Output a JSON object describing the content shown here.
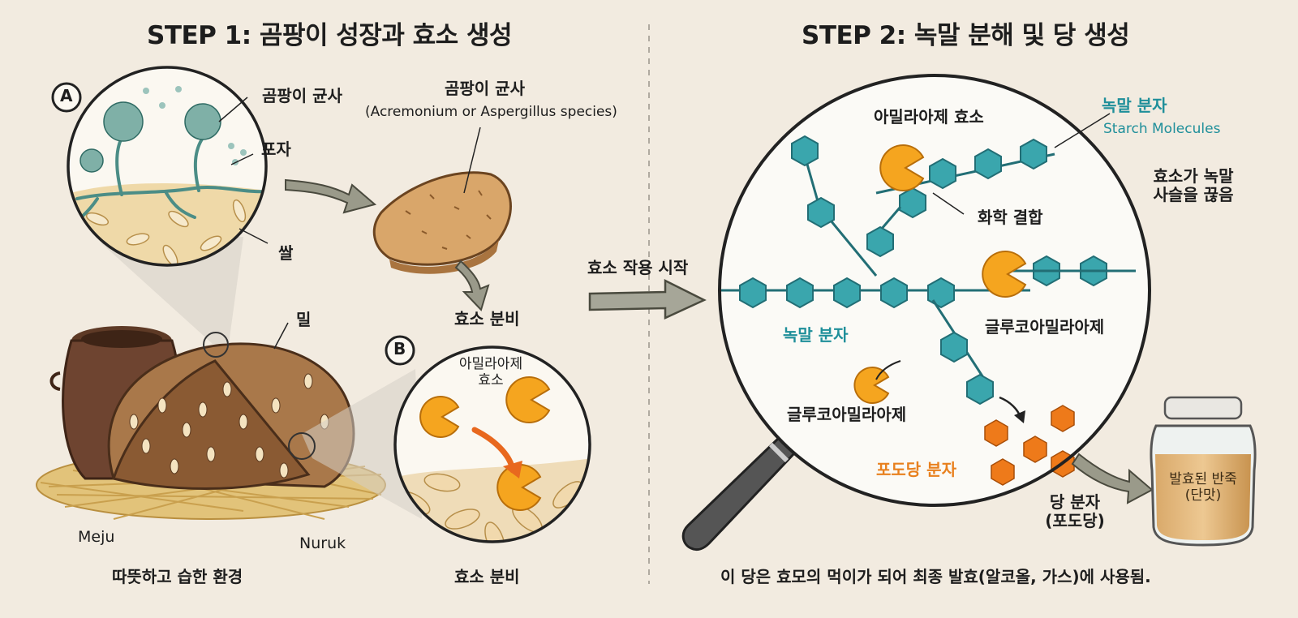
{
  "step1": {
    "title": "STEP 1: 곰팡이 성장과 효소 생성",
    "badge_a": "A",
    "badge_b": "B",
    "mold_hyphae": "곰팡이 균사",
    "spores": "포자",
    "rice": "쌀",
    "mold_name": "곰팡이 균사",
    "mold_species": "(Acremonium or Aspergillus species)",
    "secretion_mid": "효소 분비",
    "wheat": "밀",
    "amylase_line1": "아밀라아제",
    "amylase_line2": "효소",
    "meju": "Meju",
    "nuruk": "Nuruk",
    "environment": "따뜻하고 습한 환경",
    "secretion_bottom": "효소 분비"
  },
  "transition": {
    "label": "효소 작용 시작"
  },
  "step2": {
    "title": "STEP 2: 녹말 분해 및 당 생성",
    "amylase_enzyme": "아밀라아제 효소",
    "starch_kr": "녹말 분자",
    "starch_en": "Starch Molecules",
    "cuts_line1": "효소가 녹말",
    "cuts_line2": "사슬을 끊음",
    "chemical_bond": "화학 결합",
    "glucoamylase_right": "글루코아밀라아제",
    "starch_inner": "녹말 분자",
    "glucoamylase_left": "글루코아밀라아제",
    "glucose": "포도당 분자",
    "sugar_line1": "당 분자",
    "sugar_line2": "(포도당)",
    "jar_line1": "발효된 반죽",
    "jar_line2": "(단맛)",
    "footer": "이 당은 효모의 먹이가 되어 최종 발효(알코올, 가스)에 사용됨."
  },
  "colors": {
    "teal": "#1f8f9a",
    "orange": "#f5a51f",
    "glucose": "#ee7a1a",
    "bread": "#a9784a"
  }
}
